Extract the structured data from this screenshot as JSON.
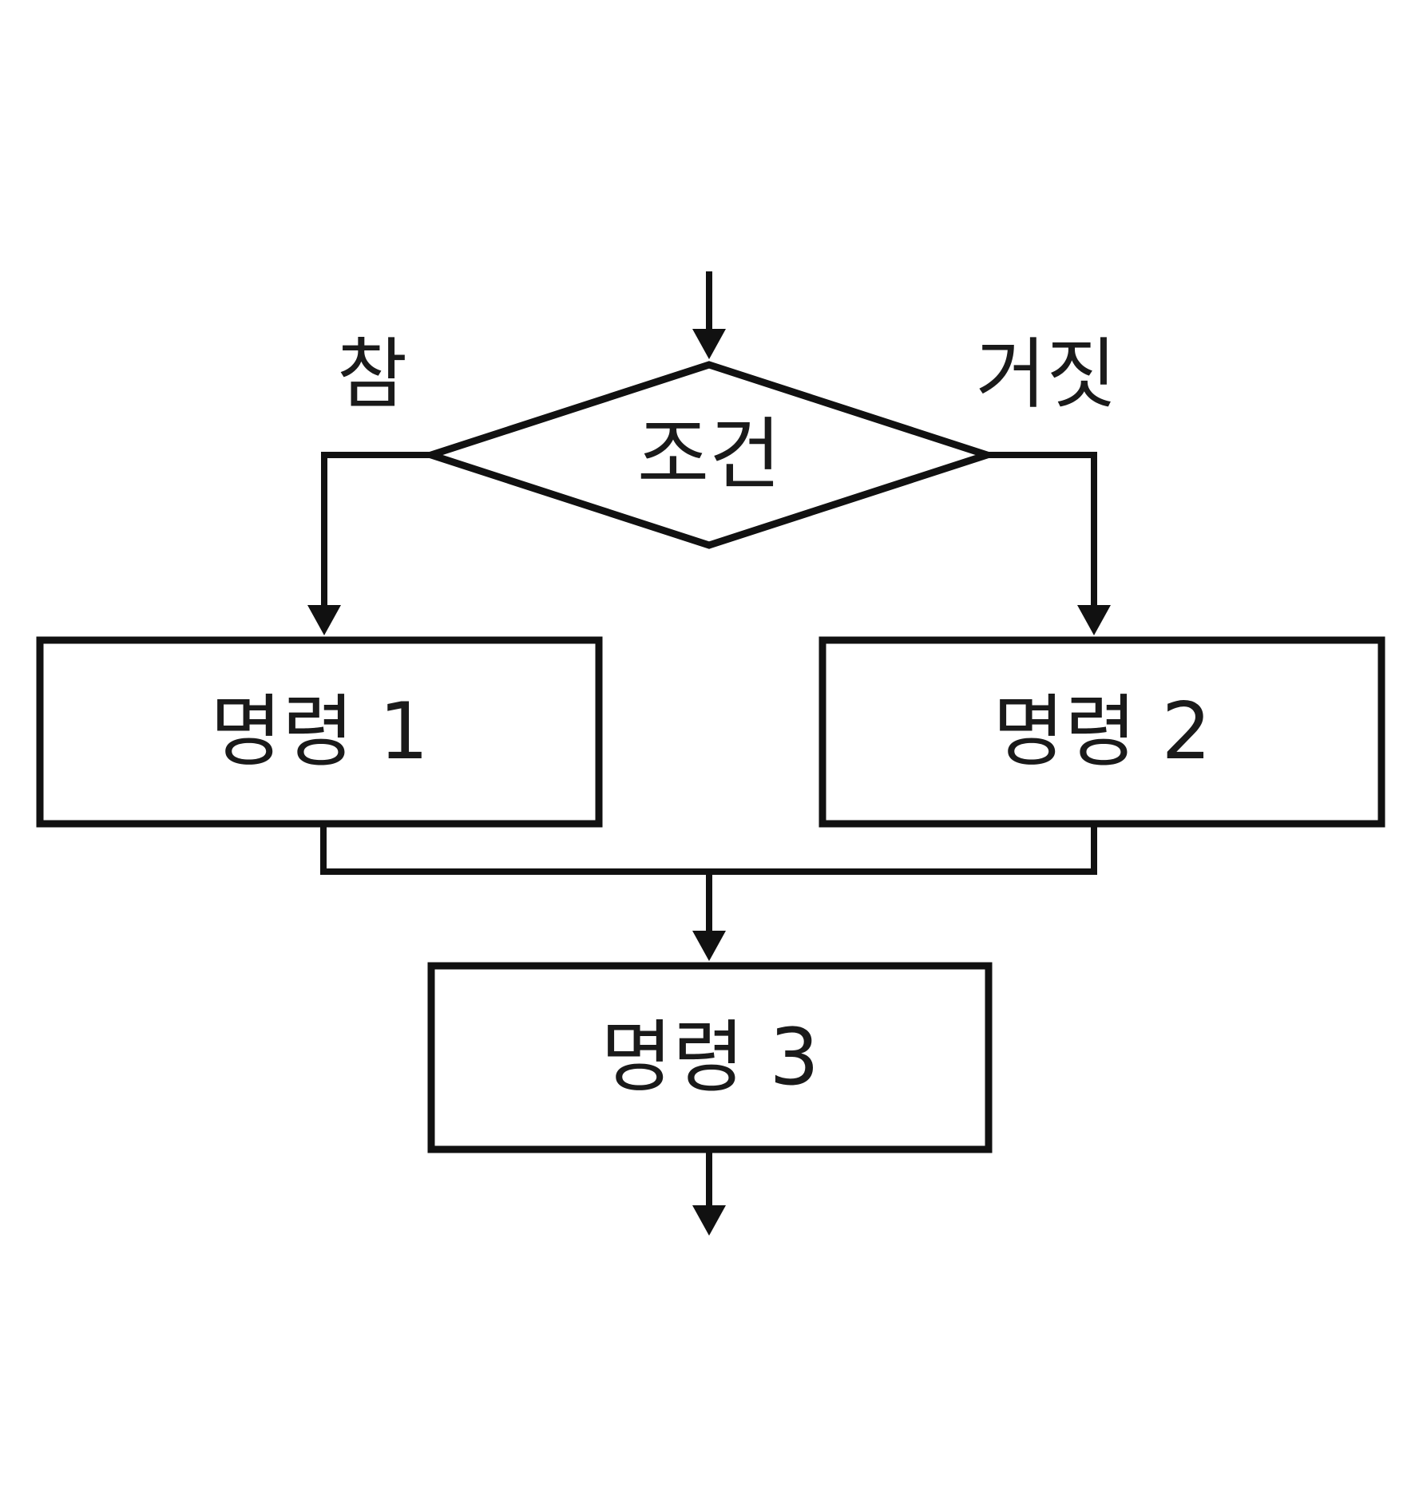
{
  "flowchart": {
    "decision": {
      "label": "조건"
    },
    "branches": {
      "true_label": "참",
      "false_label": "거짓"
    },
    "steps": [
      {
        "label": "명령 1"
      },
      {
        "label": "명령 2"
      },
      {
        "label": "명령 3"
      }
    ]
  },
  "colors": {
    "stroke": "#111111",
    "background": "#ffffff",
    "text": "#1a1a1a"
  }
}
